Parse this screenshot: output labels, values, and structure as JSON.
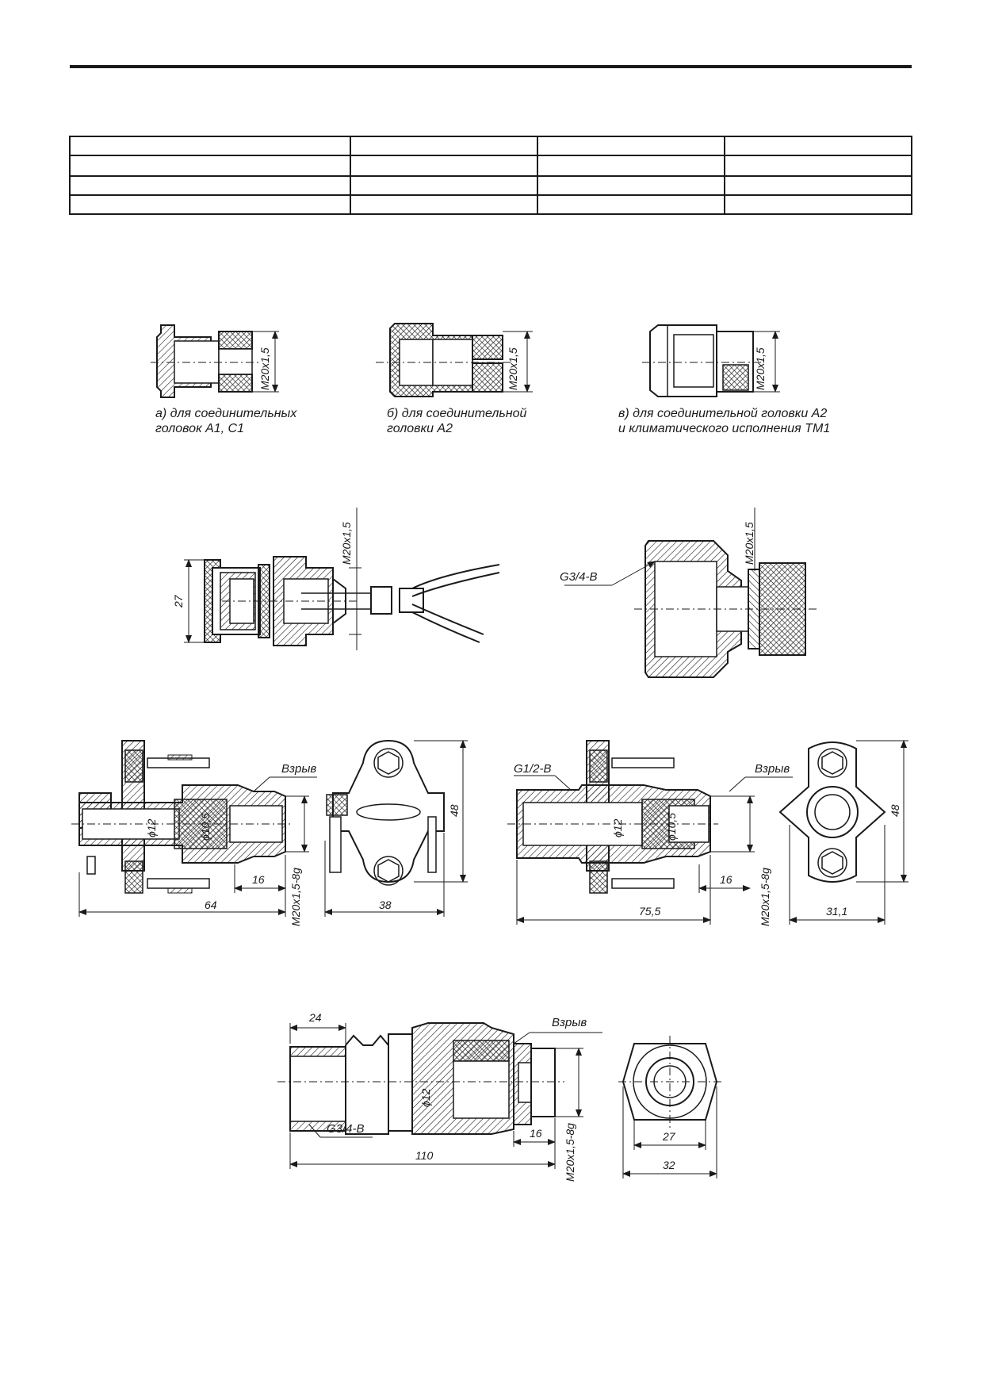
{
  "table": {
    "rows": 4,
    "cols": 4,
    "cells": []
  },
  "captions": {
    "a_line1": "а) для соединительных",
    "a_line2": "головок А1, С1",
    "b_line1": "б) для соединительной",
    "b_line2": "головки А2",
    "v_line1": "в) для соединительной головки А2",
    "v_line2": "и климатического исполнения ТМ1"
  },
  "labels": {
    "thread_m20": "М20х1,5",
    "thread_m20g": "М20х1,5-8g",
    "pipe_g34": "G3/4-B",
    "pipe_g12": "G1/2-B",
    "explosion": "Взрыв",
    "phi12": "ϕ12",
    "phi105": "ϕ10,5"
  },
  "dims": {
    "d27": "27",
    "d48": "48",
    "d64": "64",
    "d16": "16",
    "d38": "38",
    "d755": "75,5",
    "d311": "31,1",
    "d24": "24",
    "d110": "110",
    "d32": "32"
  },
  "colors": {
    "ink": "#1a1a1a",
    "hatch": "#1a1a1a",
    "paper": "#ffffff"
  },
  "icons": [
    "hex-socket-icon"
  ]
}
